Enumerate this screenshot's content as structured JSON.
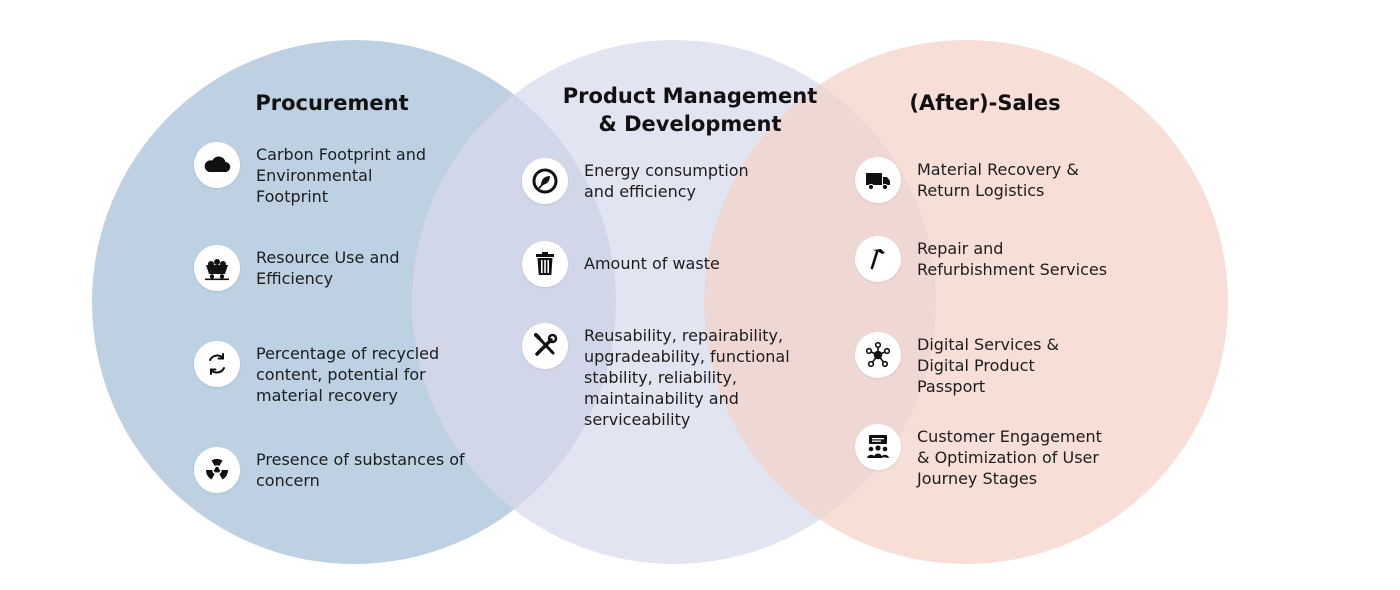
{
  "colors": {
    "procurement": "#b7cddf",
    "product": "#d8d9ec",
    "sales": "#f4d1c8",
    "icon_bg": "#ffffff",
    "icon_fg": "#111111"
  },
  "sections": {
    "procurement": {
      "title": [
        "Procurement"
      ],
      "items": [
        {
          "icon": "cloud-icon",
          "lines": [
            "Carbon Footprint and",
            "Environmental",
            "Footprint"
          ]
        },
        {
          "icon": "mine-cart-icon",
          "lines": [
            "Resource Use and",
            "Efficiency"
          ]
        },
        {
          "icon": "recycle-arrows-icon",
          "lines": [
            "Percentage of recycled",
            "content, potential for",
            "material recovery"
          ]
        },
        {
          "icon": "radiation-icon",
          "lines": [
            "Presence of substances of",
            "concern"
          ]
        }
      ]
    },
    "product": {
      "title": [
        "Product Management",
        "& Development"
      ],
      "items": [
        {
          "icon": "energy-leaf-icon",
          "lines": [
            "Energy consumption",
            "and efficiency"
          ]
        },
        {
          "icon": "trash-can-icon",
          "lines": [
            "Amount of waste"
          ]
        },
        {
          "icon": "wrench-screwdriver-icon",
          "lines": [
            "Reusability, repairability,",
            "upgradeability, functional",
            "stability, reliability,",
            "maintainability and",
            "serviceability"
          ]
        }
      ]
    },
    "sales": {
      "title": [
        "(After)-Sales"
      ],
      "items": [
        {
          "icon": "truck-icon",
          "lines": [
            "Material Recovery &",
            "Return Logistics"
          ]
        },
        {
          "icon": "hammer-icon",
          "lines": [
            "Repair and",
            "Refurbishment Services"
          ]
        },
        {
          "icon": "network-nodes-icon",
          "lines": [
            "Digital Services &",
            "Digital Product",
            "Passport"
          ]
        },
        {
          "icon": "customer-group-icon",
          "lines": [
            "Customer Engagement",
            "& Optimization of User",
            "Journey Stages"
          ]
        }
      ]
    }
  }
}
